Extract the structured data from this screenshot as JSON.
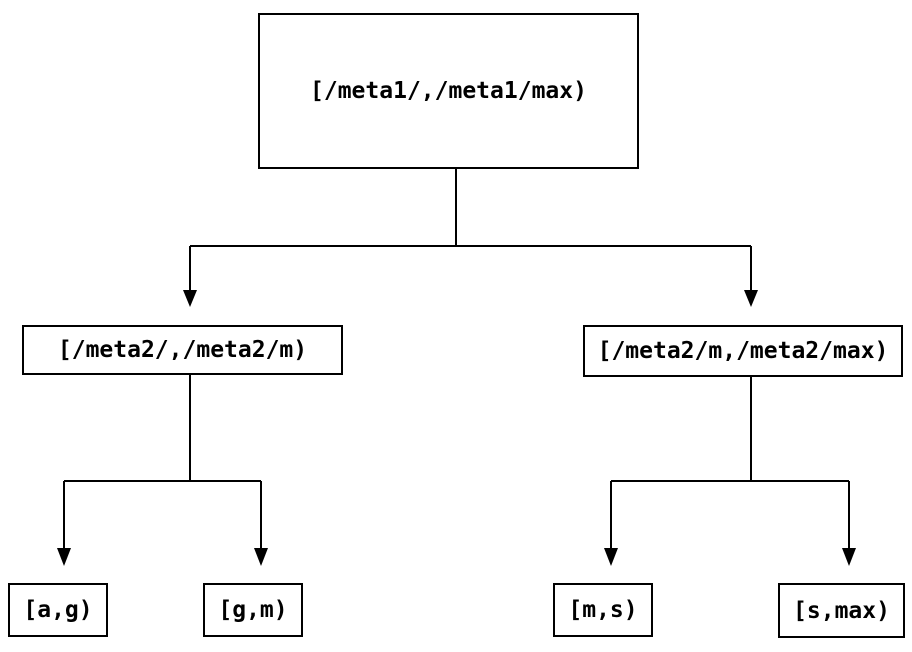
{
  "diagram": {
    "type": "tree",
    "background_color": "#ffffff",
    "line_color": "#000000",
    "text_color": "#000000",
    "nodes": {
      "root": {
        "label": "[/meta1/,/meta1/max)"
      },
      "meta2_low": {
        "label": "[/meta2/,/meta2/m)"
      },
      "meta2_high": {
        "label": "[/meta2/m,/meta2/max)"
      },
      "leaf_a_g": {
        "label": "[a,g)"
      },
      "leaf_g_m": {
        "label": "[g,m)"
      },
      "leaf_m_s": {
        "label": "[m,s)"
      },
      "leaf_s_max": {
        "label": "[s,max)"
      }
    },
    "edges": [
      {
        "from": "root",
        "to": "meta2_low"
      },
      {
        "from": "root",
        "to": "meta2_high"
      },
      {
        "from": "meta2_low",
        "to": "leaf_a_g"
      },
      {
        "from": "meta2_low",
        "to": "leaf_g_m"
      },
      {
        "from": "meta2_high",
        "to": "leaf_m_s"
      },
      {
        "from": "meta2_high",
        "to": "leaf_s_max"
      }
    ]
  }
}
